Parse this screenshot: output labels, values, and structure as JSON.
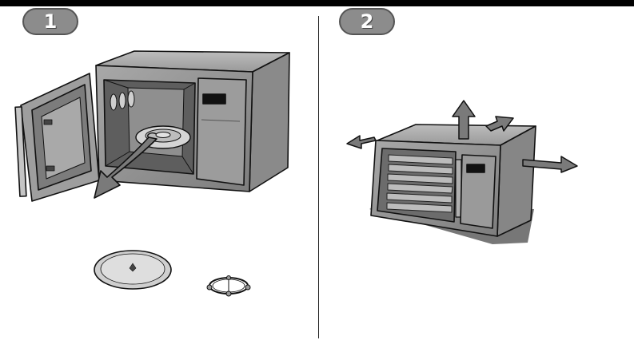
{
  "steps": [
    {
      "number": "1"
    },
    {
      "number": "2"
    }
  ],
  "colors": {
    "body": "#8f8f8f",
    "body_dark": "#6b6b6b",
    "body_light": "#b5b5b5",
    "arrow": "#7a7a7a",
    "outline": "#111111",
    "bar": "#000000"
  },
  "icons": [
    "microwave-open-door",
    "remove-turntable-arrow",
    "glass-tray",
    "roller-ring",
    "microwave-closed",
    "clearance-arrows"
  ]
}
